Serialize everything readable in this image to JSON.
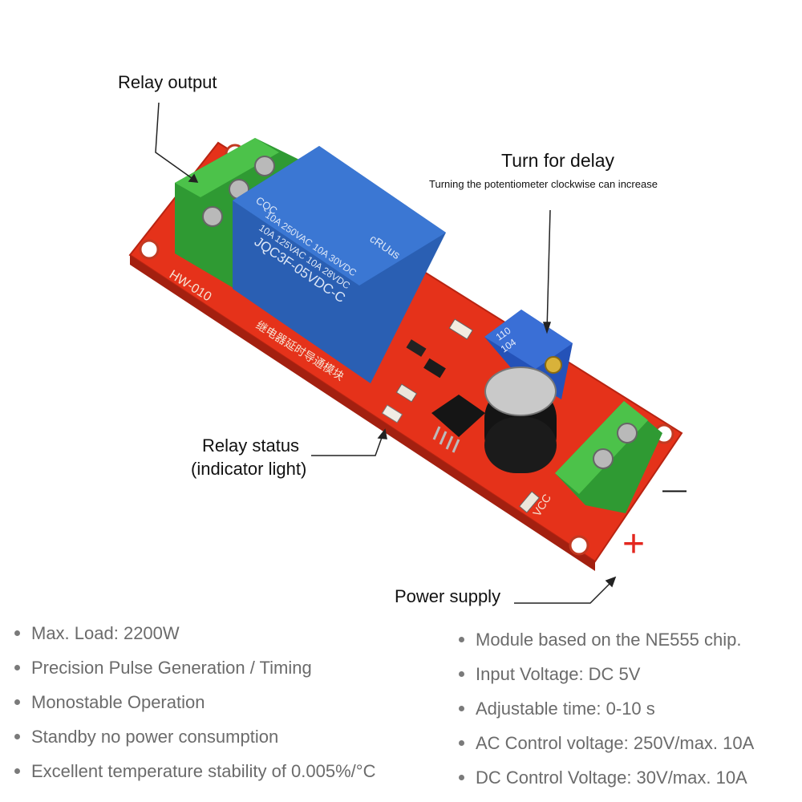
{
  "callouts": {
    "relay_output": "Relay output",
    "turn_for_delay": "Turn for delay",
    "turn_for_delay_note": "Turning the potentiometer clockwise can increase",
    "relay_status_line1": "Relay status",
    "relay_status_line2": "(indicator light)",
    "power_supply": "Power supply",
    "minus_sign": "—",
    "plus_sign": "+"
  },
  "board": {
    "model": "HW-010",
    "relay_model": "JQC3F-05VDC-C",
    "relay_rating_1": "10A 250VAC  10A 30VDC",
    "relay_rating_2": "10A 125VAC  10A 28VDC",
    "relay_cert": "CQC",
    "relay_ul": "cRUus",
    "chinese_label": "继电器延时导通模块",
    "pot_marking": "104",
    "pot_code": "110",
    "vcc_label": "VCC",
    "board_color": "#e5321a",
    "relay_color": "#2f6bc4",
    "terminal_color": "#3aa537",
    "pot_color": "#2b5fc7"
  },
  "specs_left": [
    "Max. Load: 2200W",
    "Precision Pulse Generation / Timing",
    "Monostable Operation",
    "Standby no power consumption",
    "Excellent temperature stability of 0.005%/°C"
  ],
  "specs_right": [
    "Module based on the NE555 chip.",
    "Input Voltage: DC 5V",
    "Adjustable time: 0-10 s",
    "AC Control voltage: 250V/max. 10A",
    "DC Control Voltage: 30V/max. 10A"
  ]
}
